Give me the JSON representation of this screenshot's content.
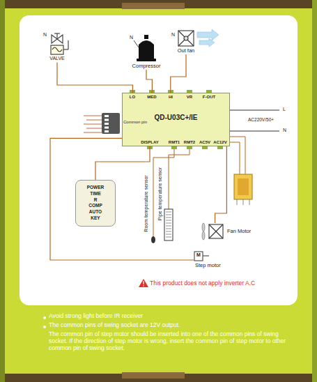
{
  "diagram": {
    "nodes": [
      {
        "text": [
          "VALVE"
        ]
      },
      {
        "text": [
          "Compressor"
        ]
      },
      {
        "text": [
          "Out fan"
        ]
      },
      {
        "text": [
          "QD-U03C+/IE"
        ]
      },
      {
        "text": [
          "POWER",
          "TIME",
          "R",
          "COMP",
          "AUTO",
          "KEY"
        ]
      },
      {
        "text": [
          "Fan Motor"
        ]
      },
      {
        "text": [
          "Step motor"
        ]
      }
    ],
    "edges": [
      {
        "from": 3,
        "to": 0,
        "arrow": "none"
      },
      {
        "from": 3,
        "to": 1,
        "arrow": "none"
      },
      {
        "from": 3,
        "to": 2,
        "arrow": "none"
      },
      {
        "from": 3,
        "to": 4,
        "arrow": "none"
      },
      {
        "from": 3,
        "to": 5,
        "arrow": "none"
      },
      {
        "from": 3,
        "to": 6,
        "arrow": "none"
      }
    ],
    "labels": [
      "N",
      "N",
      "N",
      "LO",
      "MED",
      "HI",
      "VR",
      "F-OUT",
      "Common pin",
      "DISPLAY",
      "RMT1",
      "RMT2",
      "AC5V",
      "AC12V",
      "L",
      "AC220V/50+",
      "N",
      "Room temperature sensor",
      "Pipe temperature sensor",
      "M",
      "This product does not apply inverter A.C",
      "Avoid strong light before IR receiver",
      "The common pins of swing socket are 12V output.",
      "The common pin of step motor should be inserted into one of the common pins of swing socket. If the direction of step motor is wrong, insert the common pin of step motor to other common pin of swing socket."
    ]
  }
}
